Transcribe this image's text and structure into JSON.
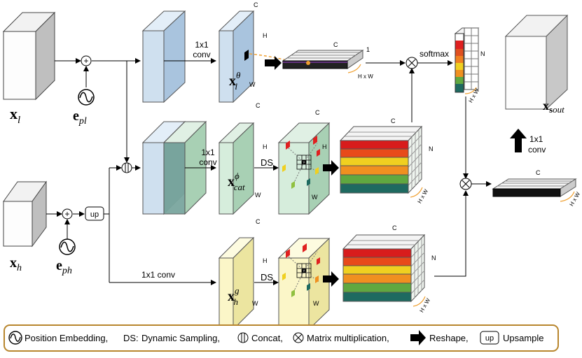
{
  "inputs": {
    "x_l": {
      "main": "x",
      "sub": "l"
    },
    "e_pl": {
      "main": "e",
      "sub": "pl"
    },
    "x_h": {
      "main": "x",
      "sub": "h"
    },
    "e_ph": {
      "main": "e",
      "sub": "ph"
    }
  },
  "features": {
    "x_l_theta": {
      "main": "x",
      "sub": "l",
      "sup": "θ"
    },
    "x_cat_phi": {
      "main": "x",
      "sub": "cat",
      "sup": "ϕ"
    },
    "x_h_g": {
      "main": "x",
      "sub": "h",
      "sup": "g"
    },
    "x_s_out": {
      "main": "x",
      "sub_bold": "s",
      "sub": "out"
    }
  },
  "labels": {
    "conv1x1_a": "1x1",
    "conv_a": "conv",
    "conv1x1_b": "1x1",
    "conv_b": "conv",
    "conv1x1_c": "1x1 conv",
    "conv1x1_out": "1x1",
    "conv_out": "conv",
    "up": "up",
    "ds_a": "DS",
    "ds_b": "DS",
    "softmax": "softmax",
    "C": "C",
    "H": "H",
    "W": "W",
    "N": "N",
    "HxW": "H x W",
    "one": "1"
  },
  "legend": {
    "pos_embed": "Position Embedding,",
    "ds_label": "DS:",
    "ds_desc": "Dynamic Sampling,",
    "concat": "Concat,",
    "matmul": "Matrix multiplication,",
    "reshape": "Reshape,",
    "up": "up",
    "upsample": "Upsample"
  },
  "colors": {
    "blue_face": "#cfe0ef",
    "green_face": "#d6eddc",
    "yellow_face": "#fbf6c8",
    "gray_face": "#d9d9d9",
    "legend_border": "#b8862e",
    "heat_red": "#e02020",
    "heat_orange": "#f08020",
    "heat_yellow": "#f0d020",
    "heat_green": "#60a840",
    "heat_teal": "#1e6a60"
  }
}
